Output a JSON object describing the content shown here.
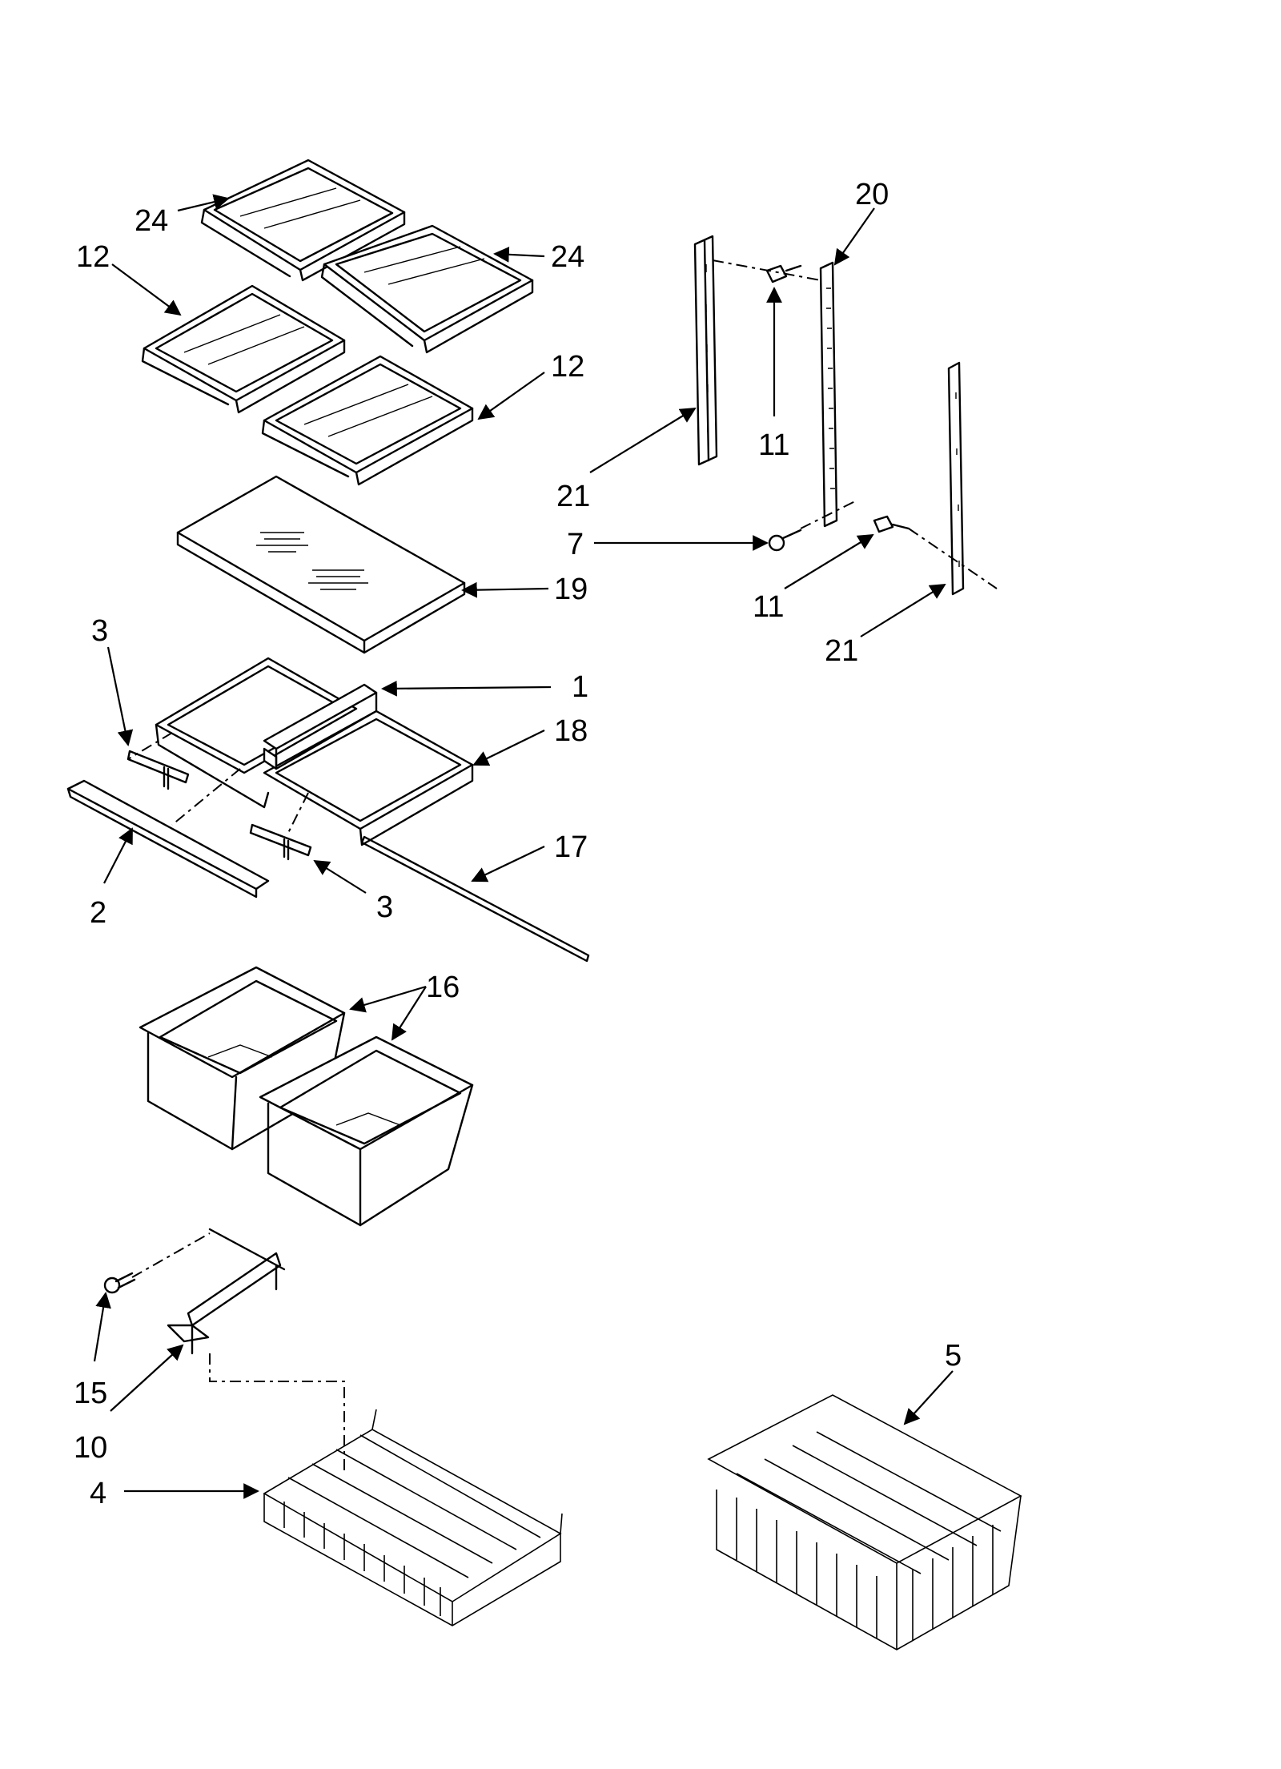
{
  "diagram": {
    "callouts": [
      {
        "id": "c-24a",
        "label": "24"
      },
      {
        "id": "c-24b",
        "label": "24"
      },
      {
        "id": "c-12a",
        "label": "12"
      },
      {
        "id": "c-12b",
        "label": "12"
      },
      {
        "id": "c-19",
        "label": "19"
      },
      {
        "id": "c-3a",
        "label": "3"
      },
      {
        "id": "c-1",
        "label": "1"
      },
      {
        "id": "c-18",
        "label": "18"
      },
      {
        "id": "c-17",
        "label": "17"
      },
      {
        "id": "c-2",
        "label": "2"
      },
      {
        "id": "c-3b",
        "label": "3"
      },
      {
        "id": "c-16",
        "label": "16"
      },
      {
        "id": "c-20",
        "label": "20"
      },
      {
        "id": "c-11a",
        "label": "11"
      },
      {
        "id": "c-21a",
        "label": "21"
      },
      {
        "id": "c-7",
        "label": "7"
      },
      {
        "id": "c-11b",
        "label": "11"
      },
      {
        "id": "c-21b",
        "label": "21"
      },
      {
        "id": "c-15",
        "label": "15"
      },
      {
        "id": "c-10",
        "label": "10"
      },
      {
        "id": "c-4",
        "label": "4"
      },
      {
        "id": "c-5",
        "label": "5"
      }
    ]
  }
}
